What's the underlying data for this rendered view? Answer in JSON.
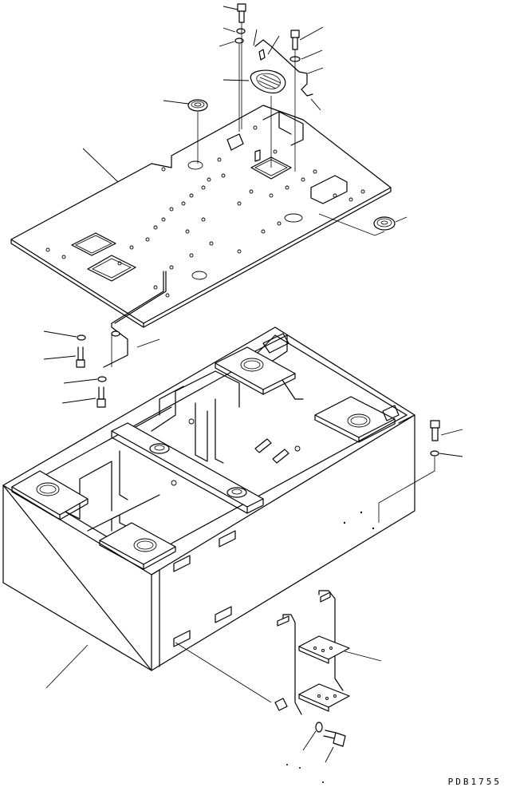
{
  "drawing": {
    "code": "PDB1755",
    "figure": "exploded-view",
    "stroke_color": "#000000",
    "background_color": "#ffffff",
    "callout_count": 22
  }
}
